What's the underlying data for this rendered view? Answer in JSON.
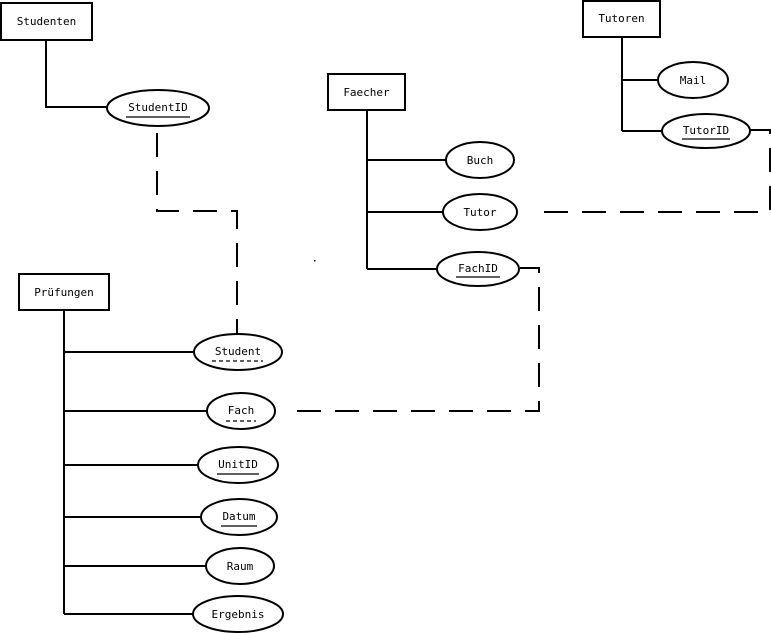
{
  "entities": {
    "studenten": {
      "label": "Studenten"
    },
    "tutoren": {
      "label": "Tutoren"
    },
    "faecher": {
      "label": "Faecher"
    },
    "pruefungen": {
      "label": "Prüfungen"
    }
  },
  "attributes": {
    "student_id": {
      "label": "StudentID",
      "key": "primary"
    },
    "mail": {
      "label": "Mail",
      "key": "none"
    },
    "tutor_id": {
      "label": "TutorID",
      "key": "primary"
    },
    "buch": {
      "label": "Buch",
      "key": "none"
    },
    "tutor": {
      "label": "Tutor",
      "key": "none"
    },
    "fach_id": {
      "label": "FachID",
      "key": "primary"
    },
    "student": {
      "label": "Student",
      "key": "foreign"
    },
    "fach": {
      "label": "Fach",
      "key": "foreign"
    },
    "unit_id": {
      "label": "UnitID",
      "key": "primary"
    },
    "datum": {
      "label": "Datum",
      "key": "primary"
    },
    "raum": {
      "label": "Raum",
      "key": "none"
    },
    "ergebnis": {
      "label": "Ergebnis",
      "key": "none"
    }
  },
  "colors": {
    "stroke": "#000000",
    "background": "#ffffff"
  }
}
